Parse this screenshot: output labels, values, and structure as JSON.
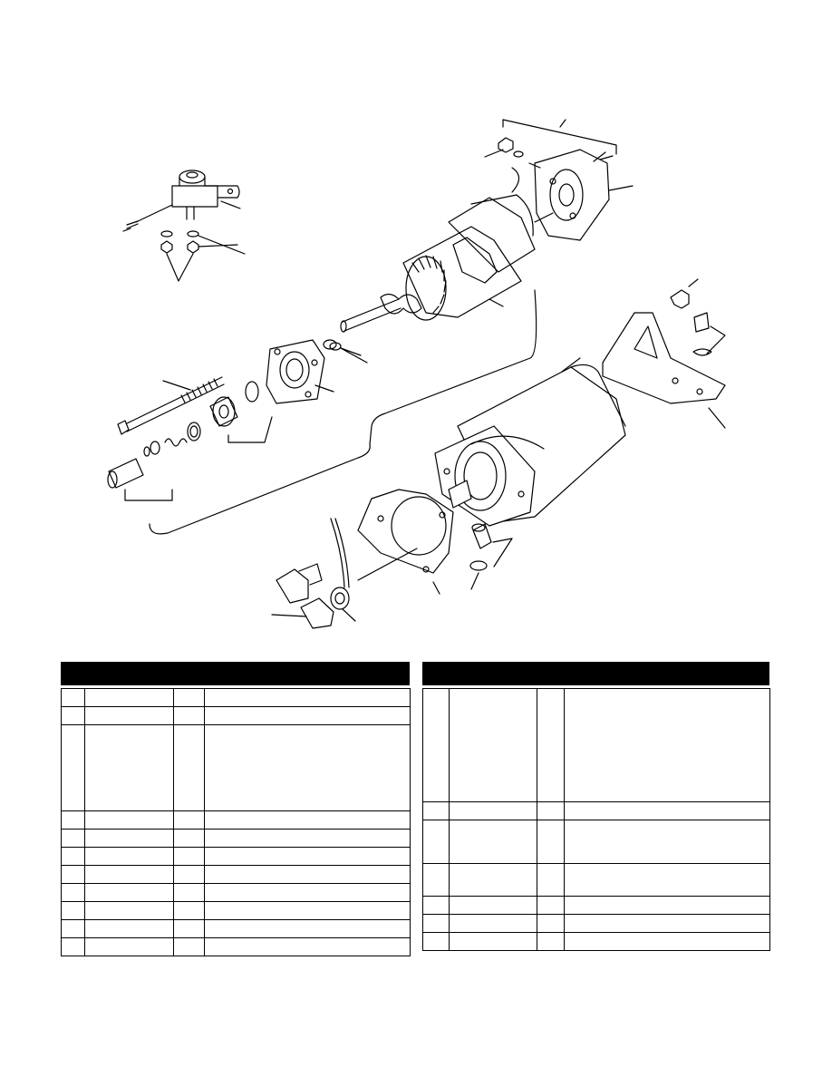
{
  "document": {
    "title": "",
    "figure_caption": ""
  },
  "parts_table_left": {
    "header_text": "",
    "rows": [
      {
        "item": "",
        "part_no": "",
        "qty": "",
        "description": "",
        "height": 20
      },
      {
        "item": "",
        "part_no": "",
        "qty": "",
        "description": "",
        "height": 20
      },
      {
        "item": "",
        "part_no": "",
        "qty": "",
        "description": "",
        "height": 95
      },
      {
        "item": "",
        "part_no": "",
        "qty": "",
        "description": "",
        "height": 20
      },
      {
        "item": "",
        "part_no": "",
        "qty": "",
        "description": "",
        "height": 20
      },
      {
        "item": "",
        "part_no": "",
        "qty": "",
        "description": "",
        "height": 20
      },
      {
        "item": "",
        "part_no": "",
        "qty": "",
        "description": "",
        "height": 20
      },
      {
        "item": "",
        "part_no": "",
        "qty": "",
        "description": "",
        "height": 20
      },
      {
        "item": "",
        "part_no": "",
        "qty": "",
        "description": "",
        "height": 20
      },
      {
        "item": "",
        "part_no": "",
        "qty": "",
        "description": "",
        "height": 20
      },
      {
        "item": "",
        "part_no": "",
        "qty": "",
        "description": "",
        "height": 20
      }
    ]
  },
  "parts_table_right": {
    "header_text": "",
    "rows": [
      {
        "item": "",
        "part_no": "",
        "qty": "",
        "description": "",
        "height": 125
      },
      {
        "item": "",
        "part_no": "",
        "qty": "",
        "description": "",
        "height": 20
      },
      {
        "item": "",
        "part_no": "",
        "qty": "",
        "description": "",
        "height": 48
      },
      {
        "item": "",
        "part_no": "",
        "qty": "",
        "description": "",
        "height": 36
      },
      {
        "item": "",
        "part_no": "",
        "qty": "",
        "description": "",
        "height": 20
      },
      {
        "item": "",
        "part_no": "",
        "qty": "",
        "description": "",
        "height": 20
      },
      {
        "item": "",
        "part_no": "",
        "qty": "",
        "description": "",
        "height": 20
      }
    ]
  }
}
